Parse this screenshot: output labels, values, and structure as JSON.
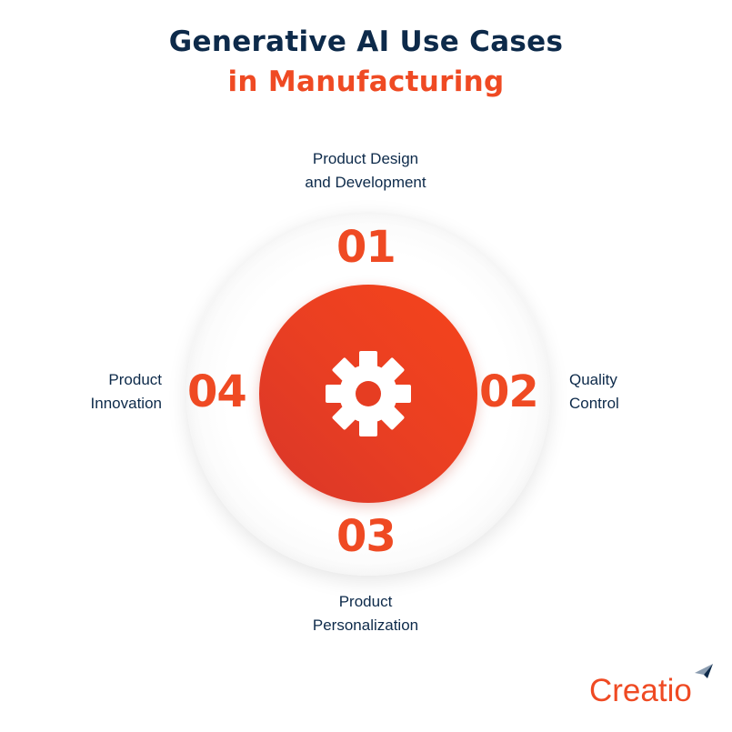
{
  "title": {
    "line1": "Generative AI Use Cases",
    "line2": "in Manufacturing"
  },
  "steps": [
    {
      "number": "01",
      "label_lines": [
        "Product Design",
        "and Development"
      ]
    },
    {
      "number": "02",
      "label_lines": [
        "Quality",
        "Control"
      ]
    },
    {
      "number": "03",
      "label_lines": [
        "Product",
        "Personalization"
      ]
    },
    {
      "number": "04",
      "label_lines": [
        "Product",
        "Innovation"
      ]
    }
  ],
  "center_icon": "gear-icon",
  "brand": {
    "name": "Creatio",
    "logo_icon": "creatio-logo-mark-icon"
  },
  "colors": {
    "navy": "#0d2a4a",
    "accent": "#ef4a23",
    "ring": "#f3f3f3"
  }
}
